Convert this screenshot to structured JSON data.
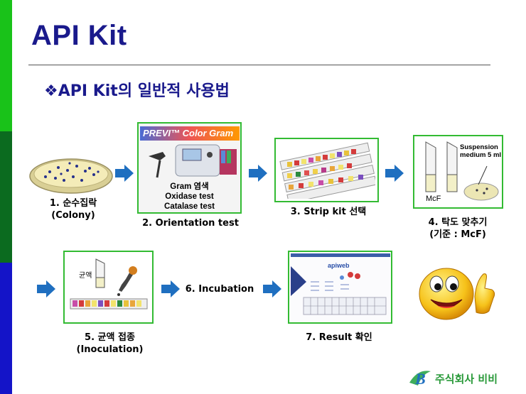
{
  "title": "API Kit",
  "subtitle": "❖API Kit의 일반적 사용법",
  "steps": {
    "colony": {
      "line1": "1. 순수집락",
      "line2": "(Colony)"
    },
    "orientation": {
      "banner": "PREVI™ Color Gram",
      "tests": [
        "Gram 염색",
        "Oxidase test",
        "Catalase test"
      ],
      "caption": "2. Orientation test"
    },
    "strip": {
      "caption": "3. Strip kit 선택"
    },
    "turbidity": {
      "line1": "4. 탁도 맞추기",
      "line2": "(기준 : McF)",
      "suspension_label": "Suspension\nmedium 5 ml",
      "mcf_label": "McF"
    },
    "inoculation": {
      "line1": "5. 균액 접종",
      "line2": "(Inoculation)",
      "tube_label": "균액"
    },
    "incubation": {
      "caption": "6. Incubation"
    },
    "result": {
      "caption": "7. Result 확인"
    }
  },
  "logo": {
    "text": "주식회사 비비",
    "letter": "B"
  },
  "colors": {
    "title": "#1a1a8c",
    "frame": "#33bb33",
    "arrow": "#1f6fc0",
    "side_green_light": "#19c219",
    "side_green_dark": "#0b6b1f",
    "side_blue": "#1414c8"
  }
}
